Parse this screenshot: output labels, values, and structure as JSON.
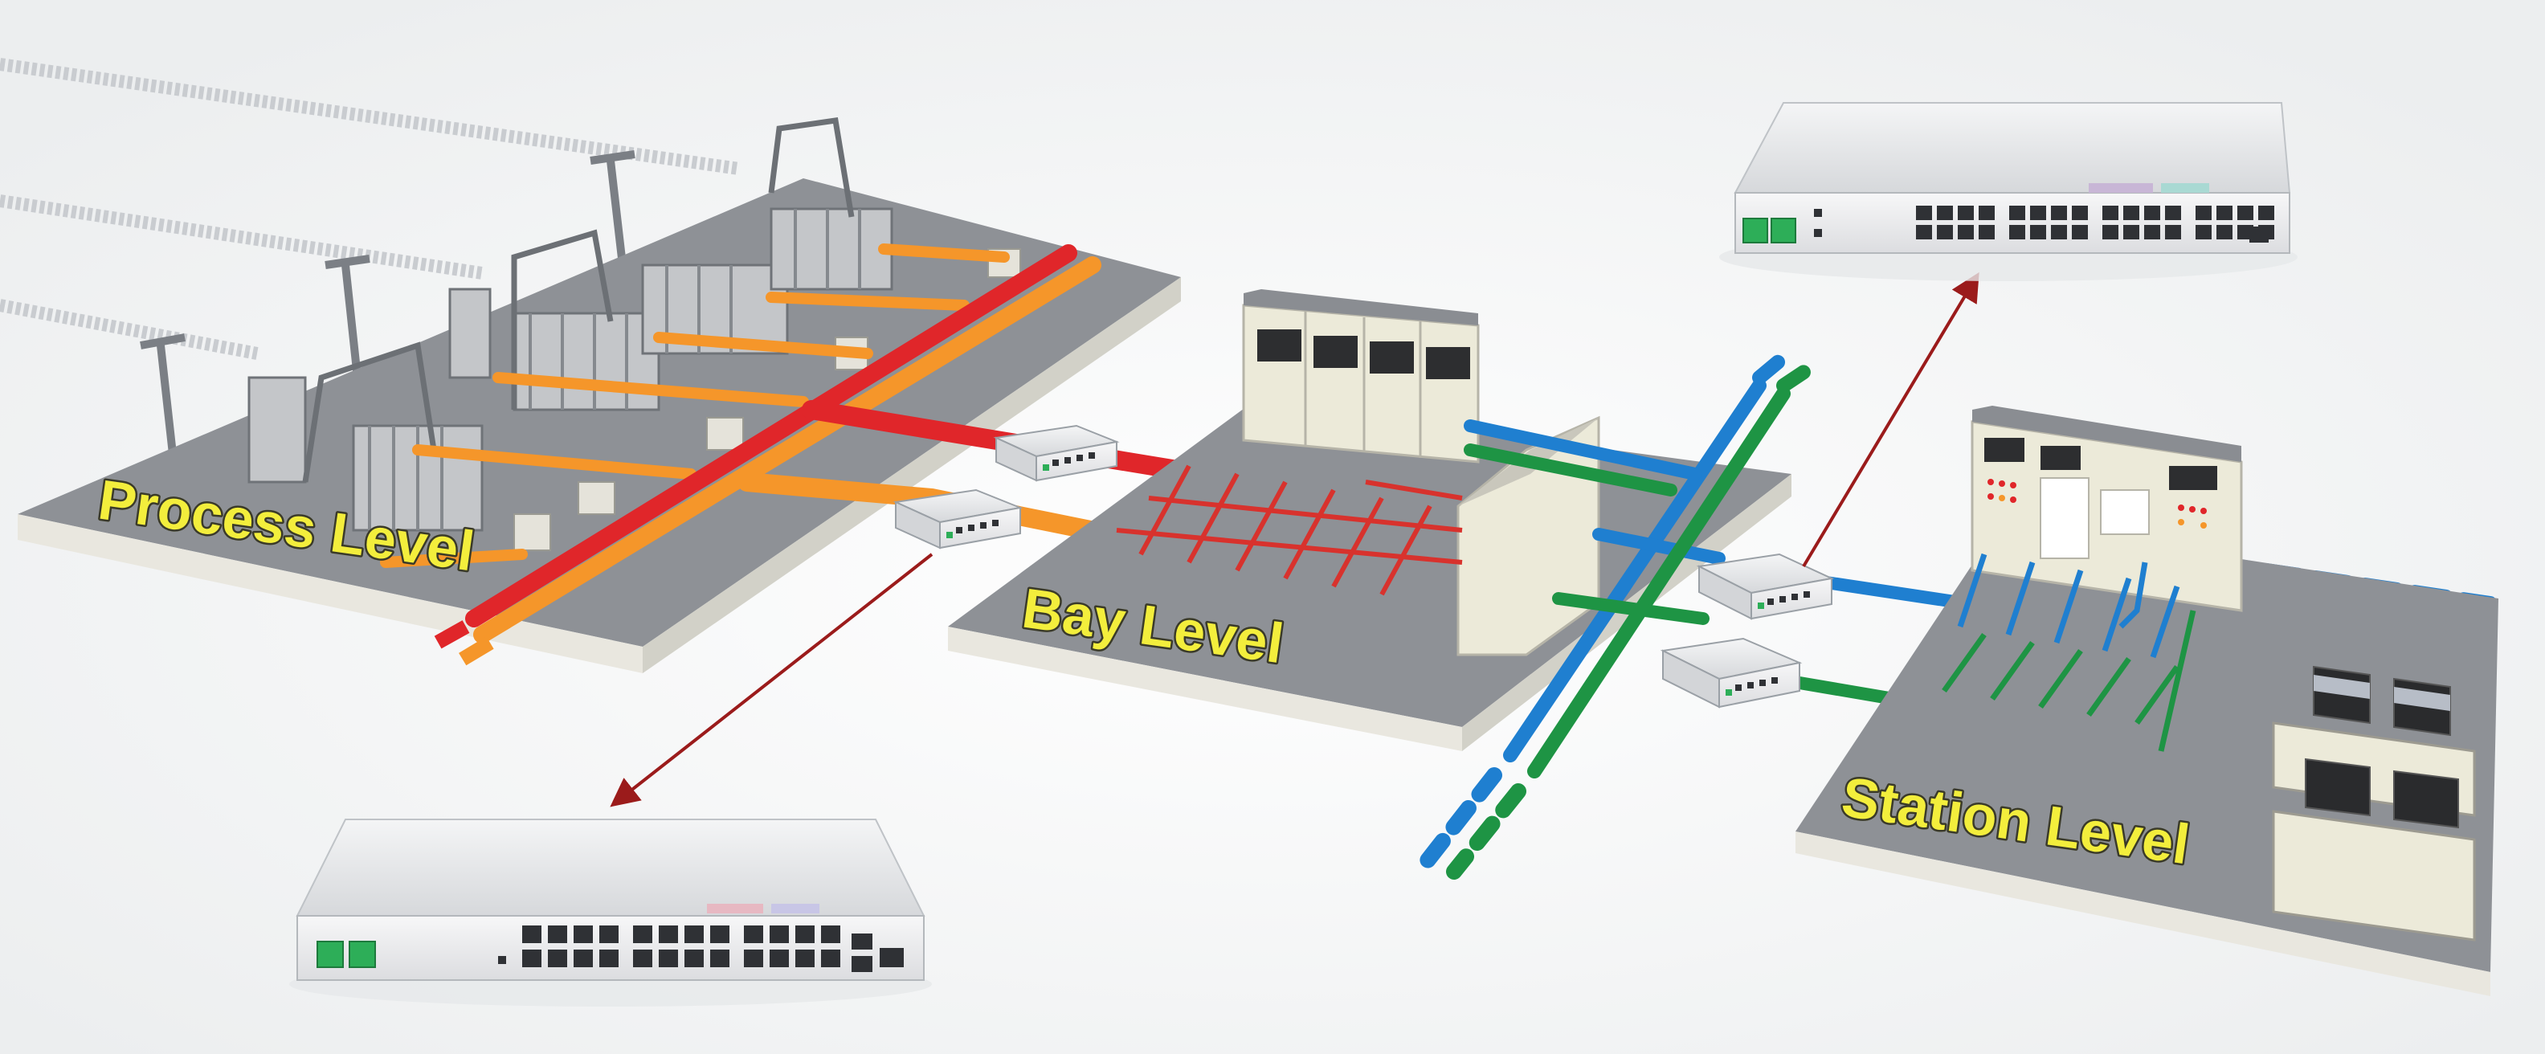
{
  "labels": {
    "process": "Process Level",
    "bay": "Bay Level",
    "station": "Station Level"
  },
  "colors": {
    "label_text": "#f3ee3c",
    "platform_top": "#8e9196",
    "platform_side": "#e9e7df",
    "bus_red": "#e0262a",
    "bus_orange": "#f5962a",
    "bus_blue": "#1f7fd0",
    "bus_green": "#1e9444",
    "cabinet_body": "#ecead9",
    "switch_body": "#e9eaec",
    "port_green": "#2dae58",
    "arrow": "#9b1b1b"
  },
  "icons": {
    "network_switch": "rack-switch-icon",
    "control_cabinet": "cabinet-icon",
    "transformer": "transformer-icon",
    "workstation": "computer-icon",
    "transmission_line": "power-line-icon"
  }
}
